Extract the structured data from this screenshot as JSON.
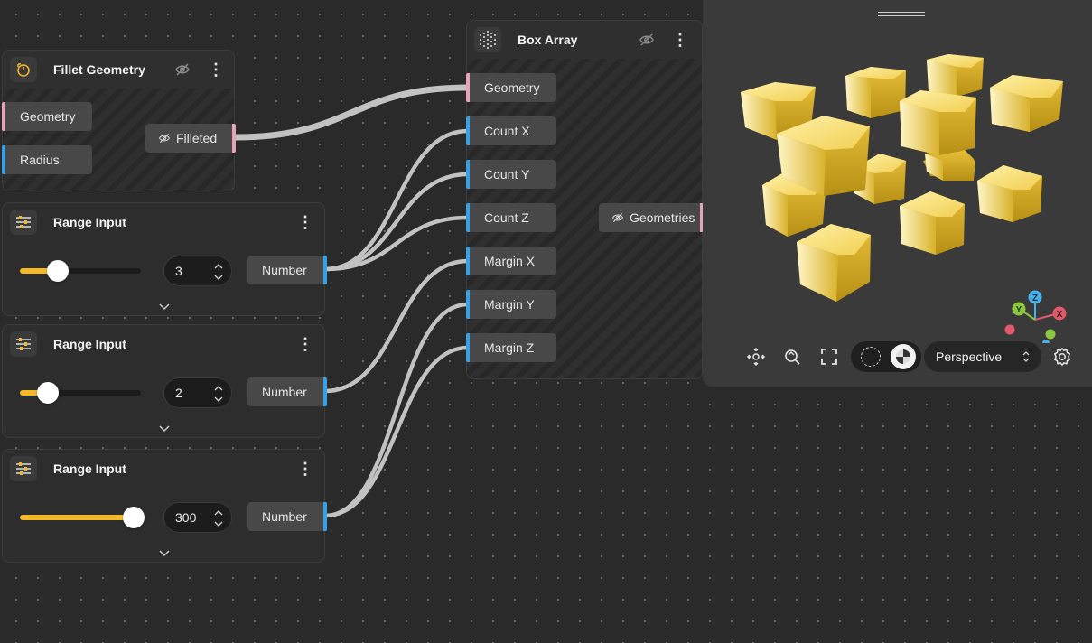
{
  "nodes": {
    "fillet": {
      "title": "Fillet Geometry",
      "inputs": [
        "Geometry",
        "Radius"
      ],
      "output": "Filleted"
    },
    "box_array": {
      "title": "Box Array",
      "inputs": [
        "Geometry",
        "Count X",
        "Count Y",
        "Count Z",
        "Margin X",
        "Margin Y",
        "Margin Z"
      ],
      "output": "Geometries"
    },
    "range_inputs": [
      {
        "title": "Range Input",
        "value": "3",
        "fraction": 0.23,
        "output": "Number"
      },
      {
        "title": "Range Input",
        "value": "2",
        "fraction": 0.14,
        "output": "Number"
      },
      {
        "title": "Range Input",
        "value": "300",
        "fraction": 0.95,
        "output": "Number"
      }
    ]
  },
  "viewport": {
    "camera_mode": "Perspective",
    "axes": {
      "x": "X",
      "y": "Y",
      "z": "Z"
    }
  },
  "colors": {
    "background": "#2a2a2a",
    "geometry_port": "#e7a4b8",
    "number_port": "#3aa0e6",
    "slider_accent": "#f5b928",
    "wire": "#bdbdbd",
    "gold": "#e6b92c",
    "axis_x": "#e05a6a",
    "axis_y": "#8dc63f",
    "axis_z": "#4ab0e8"
  },
  "icons": [
    "fillet-icon",
    "range-sliders-icon",
    "grid-cube-icon",
    "eye-off-icon",
    "more-icon",
    "chevron-down-icon",
    "orbit-icon",
    "zoom-fit-icon",
    "fullscreen-icon",
    "shading-wire-icon",
    "shading-solid-icon",
    "settings-icon"
  ]
}
